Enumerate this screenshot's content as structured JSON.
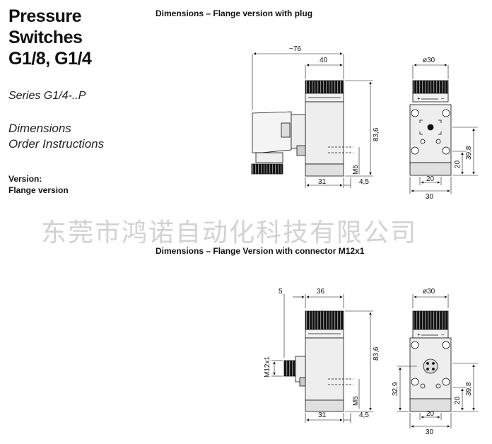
{
  "title": {
    "line1": "Pressure",
    "line2": "Switches",
    "line3": "G1/8, G1/4"
  },
  "series": "Series G1/4-..P",
  "subtitle": {
    "line1": "Dimensions",
    "line2": "Order Instructions"
  },
  "version": {
    "label": "Version:",
    "value": "Flange version"
  },
  "section1": {
    "title": "Dimensions – Flange version with plug",
    "dims": {
      "overall": "~76",
      "body": "40",
      "height": "83,6",
      "m5": "M5",
      "base": "31",
      "offset": "4,5",
      "dia": "ø30",
      "h2": "39,8",
      "v20": "20",
      "w20": "20",
      "w30": "30"
    }
  },
  "section2": {
    "title": "Dimensions – Flange Version with connector M12x1",
    "dims": {
      "five": "5",
      "body": "36",
      "height": "83,6",
      "m12": "M12x1",
      "m5": "M5",
      "base": "31",
      "offset": "4,5",
      "dia": "ø30",
      "h2": "39,8",
      "v20": "20",
      "v329": "32,9",
      "w20": "20",
      "w30": "30"
    }
  },
  "watermark": "东莞市鸿诺自动化科技有限公司"
}
